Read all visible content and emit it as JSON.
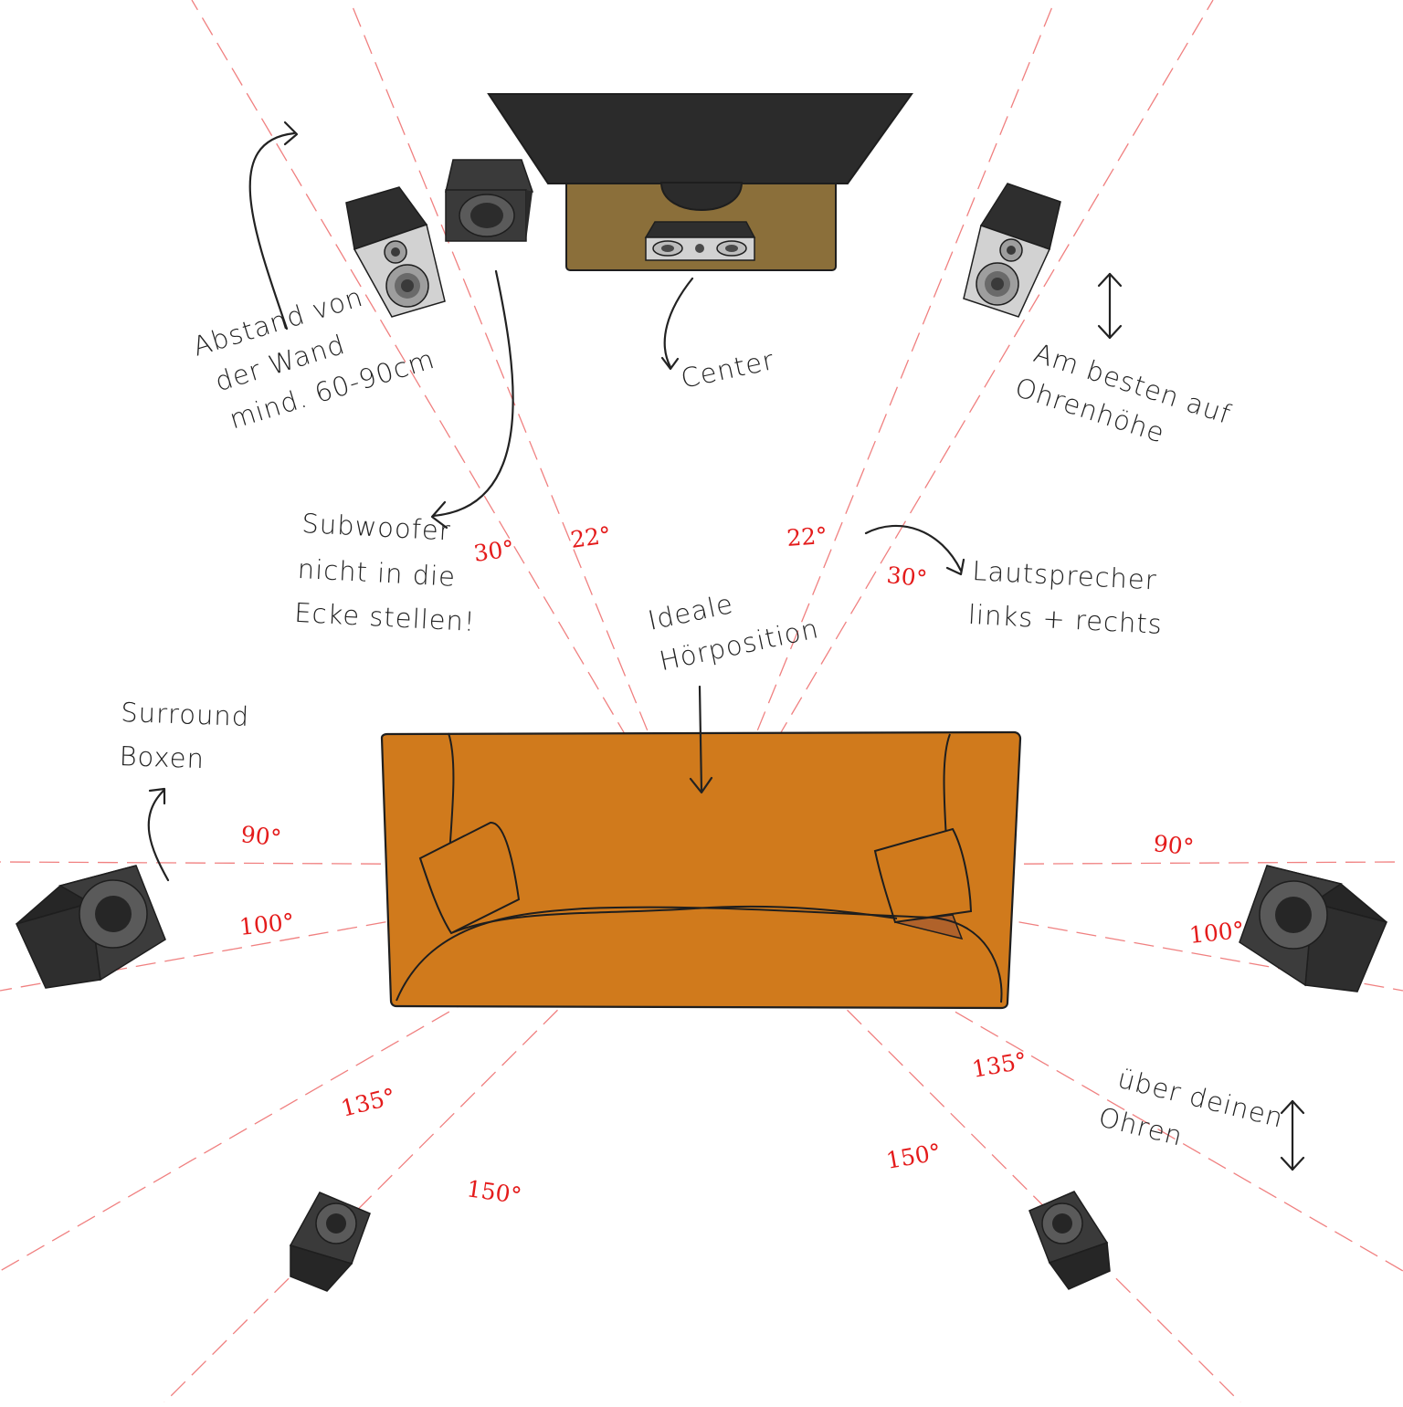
{
  "colors": {
    "guide_lines": "#f08080",
    "angle_labels": "#e41b1b",
    "tv": "#2b2b2b",
    "tv_stand": "#8b6f3a",
    "speaker_body": "#2e2e2e",
    "speaker_front": "#d2d2d2",
    "sofa": "#d07a1c",
    "ink": "#222222"
  },
  "icons": [
    "tv",
    "tv-stand",
    "center-speaker",
    "front-left-speaker",
    "front-right-speaker",
    "subwoofer",
    "surround-speaker",
    "sofa",
    "double-arrow"
  ],
  "annotations": {
    "wall_distance": [
      "Abstand von",
      "der Wand",
      "mind. 60-90cm"
    ],
    "center": "Center",
    "ear_height": [
      "Am besten auf",
      "Ohrenhöhe"
    ],
    "subwoofer": [
      "Subwoofer",
      "nicht in die",
      "Ecke stellen!"
    ],
    "front_speakers": [
      "Lautsprecher",
      "links + rechts"
    ],
    "listening_position": [
      "Ideale",
      "Hörposition"
    ],
    "surround": [
      "Surround",
      "Boxen"
    ],
    "above_ears": [
      "über deinen",
      "Ohren"
    ]
  },
  "angles": {
    "front_left_outer": "30°",
    "front_left_inner": "22°",
    "front_right_inner": "22°",
    "front_right_outer": "30°",
    "side_left_90": "90°",
    "side_left_100": "100°",
    "side_right_90": "90°",
    "side_right_100": "100°",
    "rear_left_135": "135°",
    "rear_left_150": "150°",
    "rear_right_135": "135°",
    "rear_right_150": "150°"
  }
}
